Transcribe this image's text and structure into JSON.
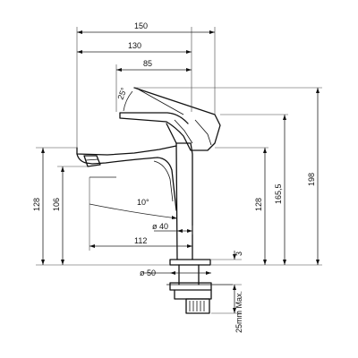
{
  "dimensions": {
    "overall_width": "150",
    "spout_reach": "130",
    "handle_reach": "85",
    "handle_angle": "25°",
    "height_128_left": "128",
    "height_106": "106",
    "spout_angle": "10°",
    "body_diameter": "ø 40",
    "spout_projection": "112",
    "base_diameter": "ø 50",
    "base_thickness": "3",
    "height_128_right": "128",
    "height_165_5": "165,5",
    "height_198": "198",
    "max_counter_thickness": "25mm Max."
  }
}
